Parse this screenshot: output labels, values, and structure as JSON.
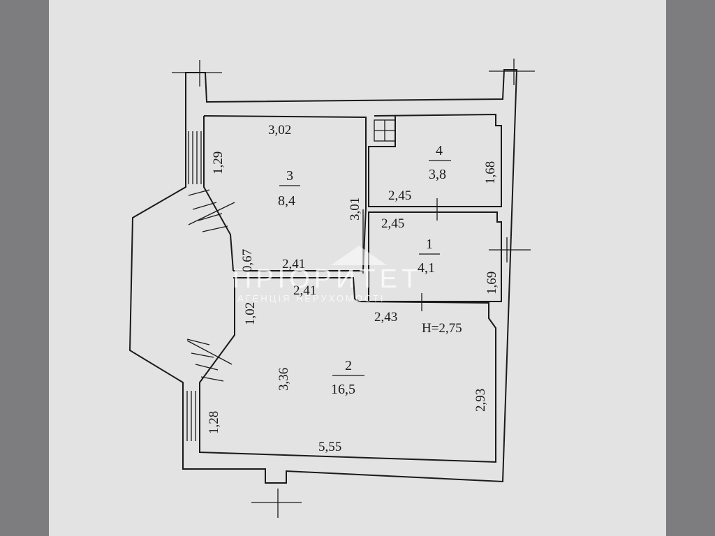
{
  "rooms": [
    {
      "number": "3",
      "area": "8,4"
    },
    {
      "number": "4",
      "area": "3,8"
    },
    {
      "number": "1",
      "area": "4,1"
    },
    {
      "number": "2",
      "area": "16,5"
    }
  ],
  "dimensions": {
    "room3_top": "3,02",
    "room3_left": "1,29",
    "room3_right": "3,01",
    "room3_bottom": "2,41",
    "bay_left": "0,67",
    "room4_right": "1,68",
    "room4_bottom": "2,45",
    "room1_top": "2,45",
    "room1_right": "1,69",
    "room2_top": "2,41",
    "room2_top_left": "1,02",
    "room2_corridor": "2,43",
    "room2_left": "3,36",
    "room2_right": "2,93",
    "room2_bottom": "5,55",
    "room2_lower_left": "1,28"
  },
  "ceiling_height": "H=2,75",
  "watermark": {
    "brand": "ПРІОРИТЕТ",
    "tagline": "АГЕНЦІЯ НЕРУХОМОСТІ"
  }
}
